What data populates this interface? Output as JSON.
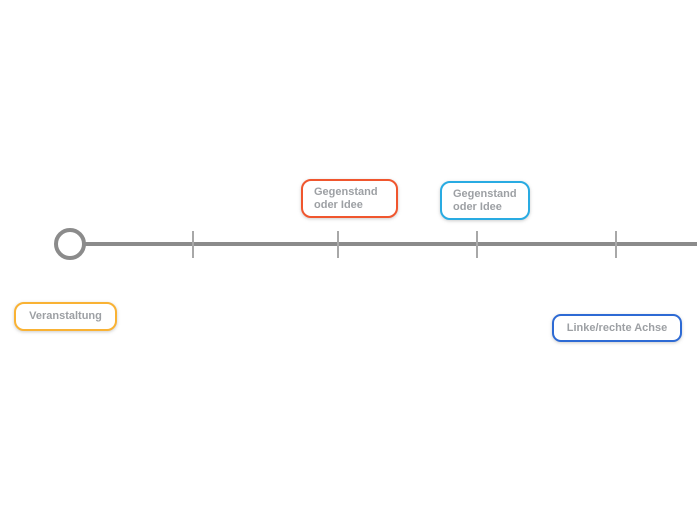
{
  "canvas": {
    "background_color": "#ffffff"
  },
  "timeline": {
    "axis_color": "#8b8b8b",
    "tick_color": "#a8a8a8",
    "tick_count": 4,
    "start_marker": "circle-outline"
  },
  "colors": {
    "label_text": "#9da0a4",
    "orange_accent": "#f0562e",
    "light_blue_accent": "#29abe2",
    "yellow_accent": "#f9b234",
    "dark_blue_accent": "#2d6ad4"
  },
  "nodes": [
    {
      "label": "Gegenstand\noder Idee",
      "border_color": "#f0562e"
    },
    {
      "label": "Gegenstand\noder Idee",
      "border_color": "#29abe2"
    },
    {
      "label": "Veranstaltung",
      "border_color": "#f9b234"
    },
    {
      "label": "Linke/rechte Achse",
      "border_color": "#2d6ad4"
    }
  ]
}
